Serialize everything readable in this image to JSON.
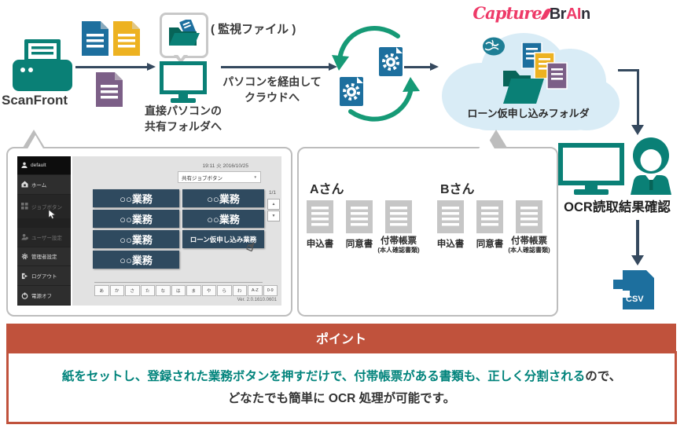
{
  "flow": {
    "scanfront_label": "ScanFront",
    "monitored_file_label": "( 監視ファイル )",
    "shared_folder_line1": "直接パソコンの",
    "shared_folder_line2": "共有フォルダへ",
    "via_pc_line1": "パソコンを経由して",
    "via_pc_line2": "クラウドへ",
    "cloud_folder_label": "ローン仮申し込みフォルダ",
    "brand_capture": "Capture",
    "brand_br": "Br",
    "brand_ai": "AI",
    "brand_n": "n"
  },
  "scanner_ui": {
    "user_label": "default",
    "menu": [
      {
        "label": "ホーム"
      },
      {
        "label": "ジョブボタン"
      },
      {
        "label": "ユーザー設定"
      },
      {
        "label": "管理者設定"
      },
      {
        "label": "ログアウト"
      },
      {
        "label": "電源オフ"
      }
    ],
    "timestamp": "19:11 火 2016/10/25",
    "dropdown_label": "共有ジョブボタン",
    "dropdown_caret": "▼",
    "job_buttons_left": [
      "○○業務",
      "○○業務",
      "○○業務",
      "○○業務"
    ],
    "job_buttons_right": [
      "○○業務",
      "○○業務"
    ],
    "loan_button_label": "ローン仮申し込み業務",
    "page_indicator": "1/1",
    "page_up": "▲",
    "page_down": "▼",
    "index_keys": [
      "あ",
      "か",
      "さ",
      "た",
      "な",
      "は",
      "ま",
      "や",
      "ら",
      "わ",
      "A-Z",
      "0-9"
    ],
    "version": "Ver. 2.0.1610.0601"
  },
  "persons_panel": {
    "person_a_label": "Aさん",
    "person_b_label": "Bさん",
    "doc1_label": "申込書",
    "doc2_label": "同意書",
    "doc3_label": "付帯帳票",
    "doc3_sub_label": "(本人確認書類)"
  },
  "ocr": {
    "result_label": "OCR読取結果確認",
    "csv_label": "CSV"
  },
  "point": {
    "title": "ポイント",
    "line1_highlight": "紙をセットし、登録された業務ボタンを押すだけで、付帯帳票がある書類も、正しく分割される",
    "line1_suffix": "ので、",
    "line2": "どなたでも簡単に OCR 処理が可能です。"
  },
  "colors": {
    "teal": "#0a8076",
    "navy_arrow": "#35495e",
    "doc_blue": "#1d6f9e",
    "doc_yellow": "#edb221",
    "doc_purple": "#7c5f87",
    "cloud_blue": "#d9ecf6",
    "sync_green": "#169a76",
    "brand_pink": "#ee3a68",
    "point_red": "#c0523c",
    "job_button_navy": "#2f4a5f"
  }
}
